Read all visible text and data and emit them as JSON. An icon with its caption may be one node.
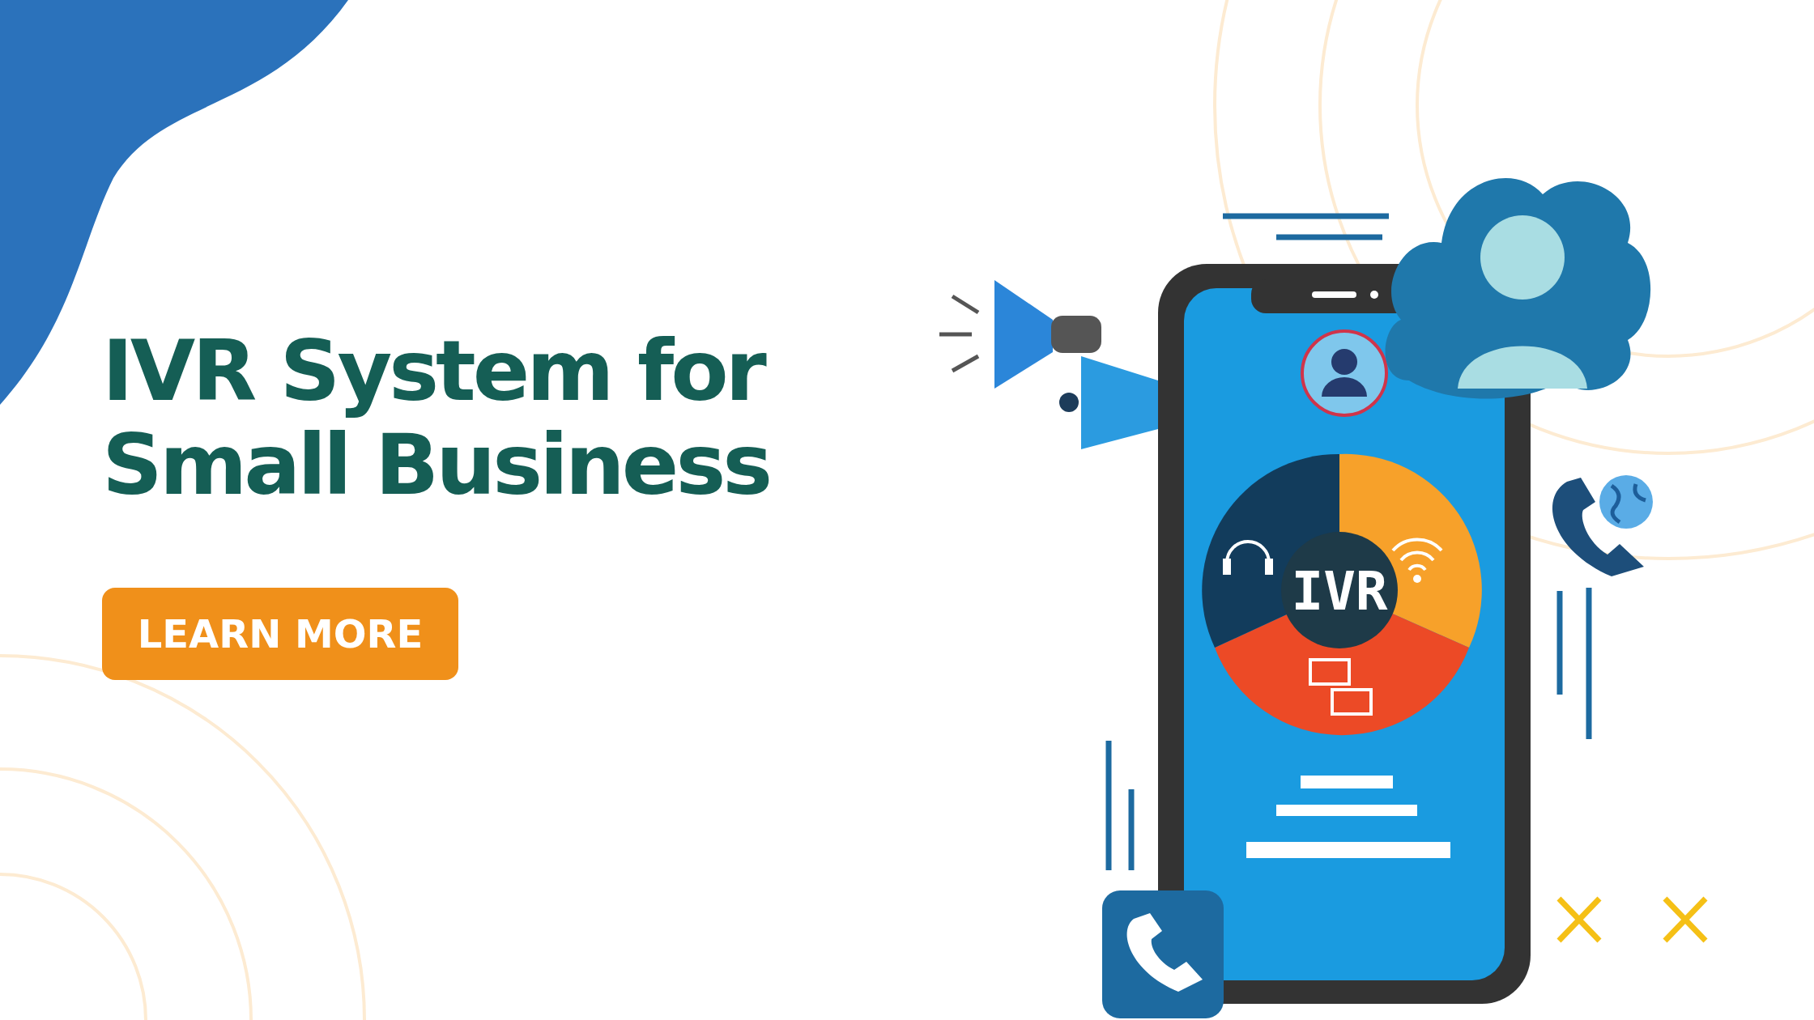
{
  "diagram": {
    "title": "IVR System for Small Business",
    "labels": [
      "LEARN MORE",
      "IVR"
    ]
  }
}
